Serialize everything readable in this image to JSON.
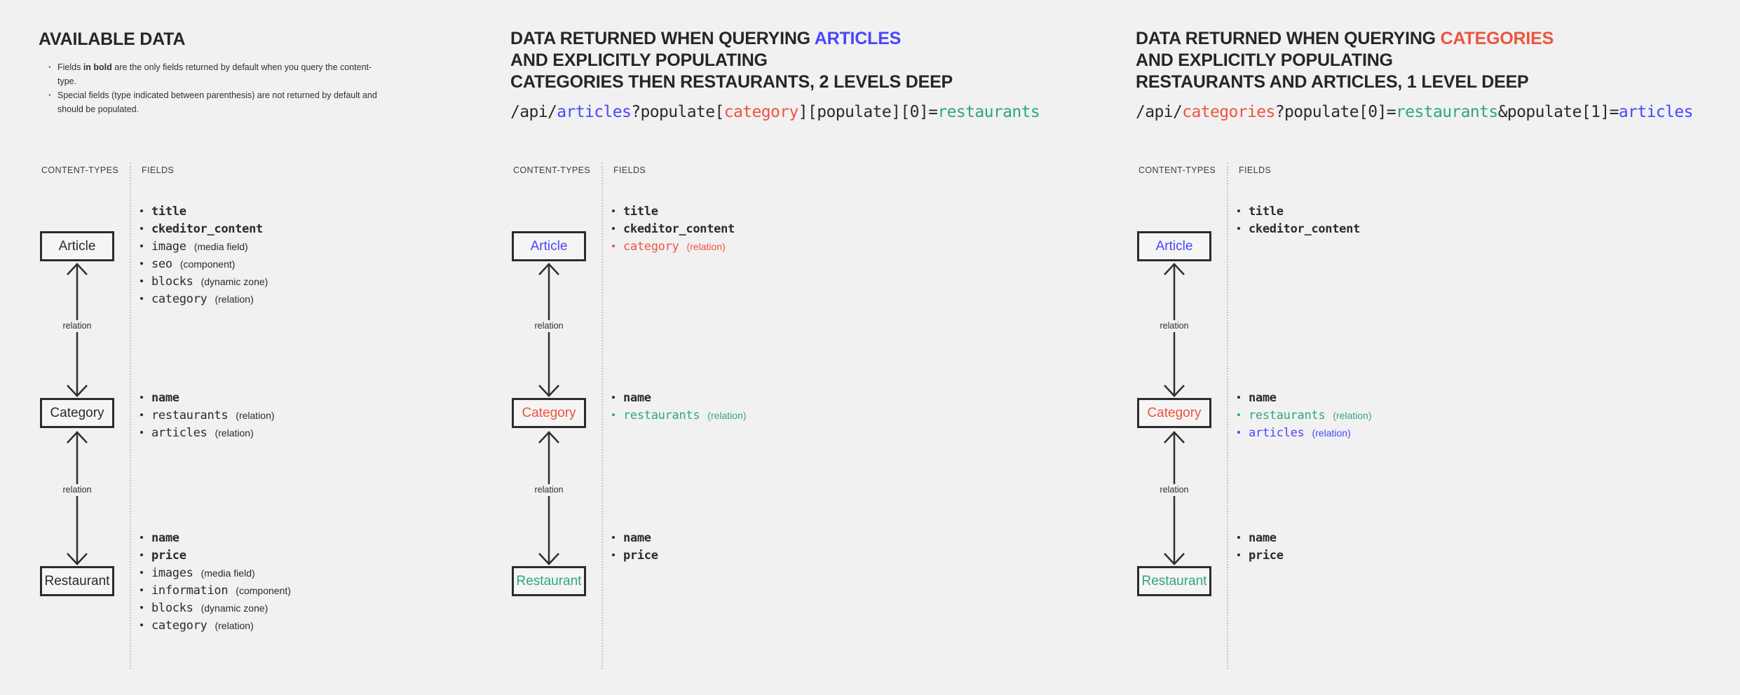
{
  "colors": {
    "background": "#f1f1f1",
    "text_dark": "#2b2b2b",
    "accent_blue": "#4945ff",
    "accent_red": "#ee5340",
    "accent_teal": "#2da77f",
    "line_dark": "#2f2f2f",
    "separator_gray": "#c6c6c6"
  },
  "sections": [
    {
      "title": "AVAILABLE DATA",
      "notes": [
        {
          "pre": "Fields ",
          "bold": "in bold",
          "post": " are the only fields returned by default when you query the content-type."
        },
        {
          "pre": "Special fields (type indicated between parenthesis) are not returned by default and should be populated.",
          "bold": "",
          "post": ""
        }
      ],
      "diagram": {
        "content_types_label": "CONTENT-TYPES",
        "fields_label": "FIELDS",
        "relation_label": "relation",
        "nodes": [
          {
            "name": "Article",
            "color": "#2b2b2b",
            "fields": [
              {
                "name": "title",
                "type": "",
                "color": "#2b2b2b",
                "style": "bold"
              },
              {
                "name": "ckeditor_content",
                "type": "",
                "color": "#2b2b2b",
                "style": "bold"
              },
              {
                "name": "image",
                "type": "(media field)",
                "color": "#2b2b2b",
                "style": "plain"
              },
              {
                "name": "seo",
                "type": "(component)",
                "color": "#2b2b2b",
                "style": "plain"
              },
              {
                "name": "blocks",
                "type": "(dynamic zone)",
                "color": "#2b2b2b",
                "style": "plain"
              },
              {
                "name": "category",
                "type": "(relation)",
                "color": "#2b2b2b",
                "style": "plain"
              }
            ]
          },
          {
            "name": "Category",
            "color": "#2b2b2b",
            "fields": [
              {
                "name": "name",
                "type": "",
                "color": "#2b2b2b",
                "style": "bold"
              },
              {
                "name": "restaurants",
                "type": "(relation)",
                "color": "#2b2b2b",
                "style": "plain"
              },
              {
                "name": "articles",
                "type": "(relation)",
                "color": "#2b2b2b",
                "style": "plain"
              }
            ]
          },
          {
            "name": "Restaurant",
            "color": "#2b2b2b",
            "fields": [
              {
                "name": "name",
                "type": "",
                "color": "#2b2b2b",
                "style": "bold"
              },
              {
                "name": "price",
                "type": "",
                "color": "#2b2b2b",
                "style": "bold"
              },
              {
                "name": "images",
                "type": "(media field)",
                "color": "#2b2b2b",
                "style": "plain"
              },
              {
                "name": "information",
                "type": "(component)",
                "color": "#2b2b2b",
                "style": "plain"
              },
              {
                "name": "blocks",
                "type": "(dynamic zone)",
                "color": "#2b2b2b",
                "style": "plain"
              },
              {
                "name": "category",
                "type": "(relation)",
                "color": "#2b2b2b",
                "style": "plain"
              }
            ]
          }
        ]
      }
    },
    {
      "title_prefix": "DATA RETURNED WHEN QUERYING ",
      "title_highlight": "ARTICLES",
      "title_highlight_color": "#4945ff",
      "title_line2": "AND EXPLICITLY POPULATING",
      "title_line3": "CATEGORIES THEN RESTAURANTS, 2 LEVELS DEEP",
      "code": [
        {
          "text": "/api/",
          "color": "#2b2b2b"
        },
        {
          "text": "articles",
          "color": "#4945ff"
        },
        {
          "text": "?populate[",
          "color": "#2b2b2b"
        },
        {
          "text": "category",
          "color": "#ee5340"
        },
        {
          "text": "][populate][0]=",
          "color": "#2b2b2b"
        },
        {
          "text": "restaurants",
          "color": "#2da77f"
        }
      ],
      "diagram": {
        "content_types_label": "CONTENT-TYPES",
        "fields_label": "FIELDS",
        "relation_label": "relation",
        "nodes": [
          {
            "name": "Article",
            "color": "#4945ff",
            "fields": [
              {
                "name": "title",
                "type": "",
                "color": "#2b2b2b",
                "style": "bold"
              },
              {
                "name": "ckeditor_content",
                "type": "",
                "color": "#2b2b2b",
                "style": "bold"
              },
              {
                "name": "category",
                "type": "(relation)",
                "color": "#ee5340",
                "style": "plain"
              }
            ]
          },
          {
            "name": "Category",
            "color": "#ee5340",
            "fields": [
              {
                "name": "name",
                "type": "",
                "color": "#2b2b2b",
                "style": "bold"
              },
              {
                "name": "restaurants",
                "type": "(relation)",
                "color": "#2da77f",
                "style": "plain"
              }
            ]
          },
          {
            "name": "Restaurant",
            "color": "#2da77f",
            "fields": [
              {
                "name": "name",
                "type": "",
                "color": "#2b2b2b",
                "style": "bold"
              },
              {
                "name": "price",
                "type": "",
                "color": "#2b2b2b",
                "style": "bold"
              }
            ]
          }
        ]
      }
    },
    {
      "title_prefix": "DATA RETURNED WHEN QUERYING ",
      "title_highlight": "CATEGORIES",
      "title_highlight_color": "#ee5340",
      "title_line2": "AND EXPLICITLY POPULATING",
      "title_line3": "RESTAURANTS AND ARTICLES, 1 LEVEL DEEP",
      "code": [
        {
          "text": "/api/",
          "color": "#2b2b2b"
        },
        {
          "text": "categories",
          "color": "#ee5340"
        },
        {
          "text": "?populate[0]=",
          "color": "#2b2b2b"
        },
        {
          "text": "restaurants",
          "color": "#2da77f"
        },
        {
          "text": "&populate[1]=",
          "color": "#2b2b2b"
        },
        {
          "text": "articles",
          "color": "#4945ff"
        }
      ],
      "diagram": {
        "content_types_label": "CONTENT-TYPES",
        "fields_label": "FIELDS",
        "relation_label": "relation",
        "nodes": [
          {
            "name": "Article",
            "color": "#4945ff",
            "fields": [
              {
                "name": "title",
                "type": "",
                "color": "#2b2b2b",
                "style": "bold"
              },
              {
                "name": "ckeditor_content",
                "type": "",
                "color": "#2b2b2b",
                "style": "bold"
              }
            ]
          },
          {
            "name": "Category",
            "color": "#ee5340",
            "fields": [
              {
                "name": "name",
                "type": "",
                "color": "#2b2b2b",
                "style": "bold"
              },
              {
                "name": "restaurants",
                "type": "(relation)",
                "color": "#2da77f",
                "style": "plain"
              },
              {
                "name": "articles",
                "type": "(relation)",
                "color": "#4945ff",
                "style": "plain"
              }
            ]
          },
          {
            "name": "Restaurant",
            "color": "#2da77f",
            "fields": [
              {
                "name": "name",
                "type": "",
                "color": "#2b2b2b",
                "style": "bold"
              },
              {
                "name": "price",
                "type": "",
                "color": "#2b2b2b",
                "style": "bold"
              }
            ]
          }
        ]
      }
    }
  ]
}
